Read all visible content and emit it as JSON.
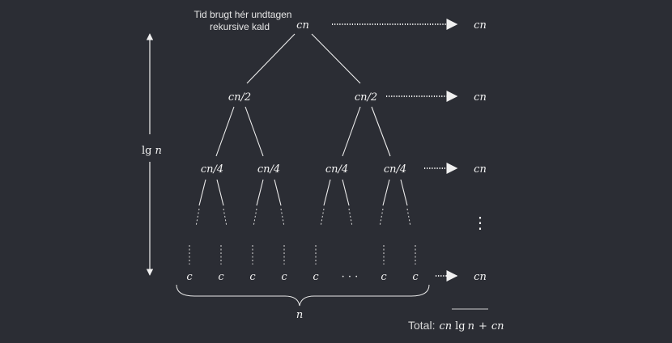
{
  "annotation": {
    "line1": "Tid brugt hér undtagen",
    "line2": "rekursive kald"
  },
  "height_label": {
    "lg": "lg",
    "n": "n"
  },
  "tree": {
    "root": "cn",
    "level1": [
      "cn/2",
      "cn/2"
    ],
    "level2": [
      "cn/4",
      "cn/4",
      "cn/4",
      "cn/4"
    ],
    "leaves": [
      "c",
      "c",
      "c",
      "c",
      "c",
      "c",
      "c"
    ],
    "leaf_ellipsis": "· · ·"
  },
  "level_costs": {
    "level0": "cn",
    "level1": "cn",
    "level2": "cn",
    "vertical_dots": "⋮",
    "leaf_level": "cn"
  },
  "brace_label": "n",
  "total": {
    "word": "Total:",
    "cn": "cn",
    "lg": "lg",
    "n": "n",
    "plus": "+",
    "cn2": "cn"
  }
}
